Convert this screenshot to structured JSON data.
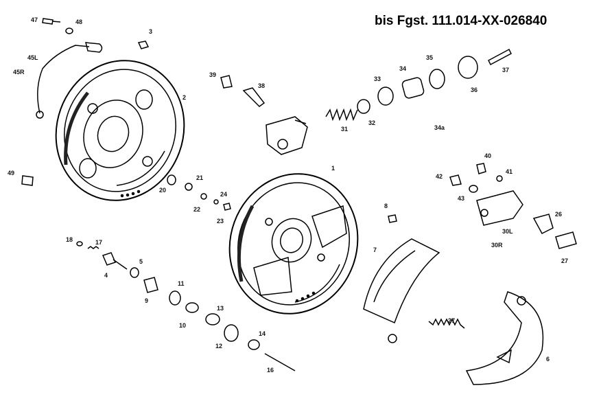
{
  "title": "bis Fgst. 111.014-XX-026840",
  "parts": {
    "p1": "1",
    "p2": "2",
    "p3": "3",
    "p4": "4",
    "p5": "5",
    "p6": "6",
    "p7": "7",
    "p8": "8",
    "p9": "9",
    "p10": "10",
    "p11": "11",
    "p12": "12",
    "p13": "13",
    "p14": "14",
    "p16": "16",
    "p17": "17",
    "p18": "18",
    "p20": "20",
    "p21": "21",
    "p22": "22",
    "p23": "23",
    "p24": "24",
    "p26": "26",
    "p27a": "27",
    "p27b": "27",
    "p30L": "30L",
    "p30R": "30R",
    "p31": "31",
    "p32": "32",
    "p33": "33",
    "p34": "34",
    "p34a": "34a",
    "p35": "35",
    "p36": "36",
    "p37": "37",
    "p38": "38",
    "p39": "39",
    "p40": "40",
    "p41": "41",
    "p42": "42",
    "p43": "43",
    "p45L": "45L",
    "p45R": "45R",
    "p47": "47",
    "p48": "48",
    "p49": "49"
  }
}
